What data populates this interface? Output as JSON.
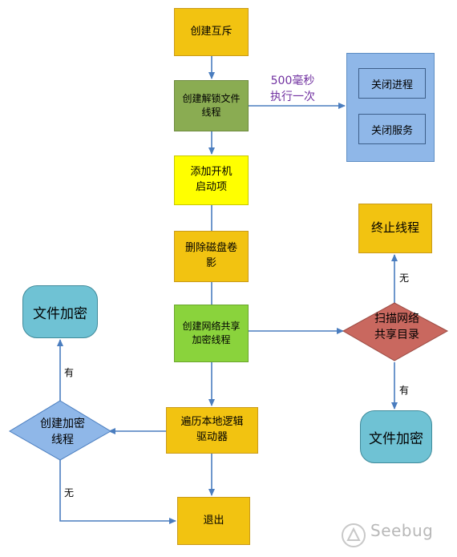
{
  "nodes": {
    "create_mutex": "创建互斥",
    "create_unlock_thread": "创建解锁文件\n线程",
    "add_startup": "添加开机\n启动项",
    "delete_shadow": "删除磁盘卷\n影",
    "create_share_thread": "创建网络共享\n加密线程",
    "traverse_drives": "遍历本地逻辑\n驱动器",
    "exit": "退出",
    "terminate_thread": "终止线程",
    "encrypt_right": "文件加密",
    "encrypt_left": "文件加密",
    "close_process": "关闭进程",
    "close_service": "关闭服务"
  },
  "decisions": {
    "scan_share": "扫描网络\n共享目录",
    "create_encrypt_thread": "创建加密\n线程"
  },
  "edge_labels": {
    "interval": "500毫秒\n执行一次",
    "scan_no": "无",
    "scan_yes": "有",
    "create_yes": "有",
    "create_no": "无"
  },
  "watermark": {
    "text": "Seebug"
  },
  "colors": {
    "yellow_box": "#f2c311",
    "olive_box": "#8aac52",
    "bright_yellow_box": "#ffff00",
    "green_box": "#8ad33c",
    "blue_panel": "#8fb7e8",
    "decision_red": "#c9685f",
    "decision_blue": "#8fb7e8",
    "teal_round": "#6fc2d4",
    "arrow": "#4a7dbf",
    "interval_text": "#7030a0"
  }
}
